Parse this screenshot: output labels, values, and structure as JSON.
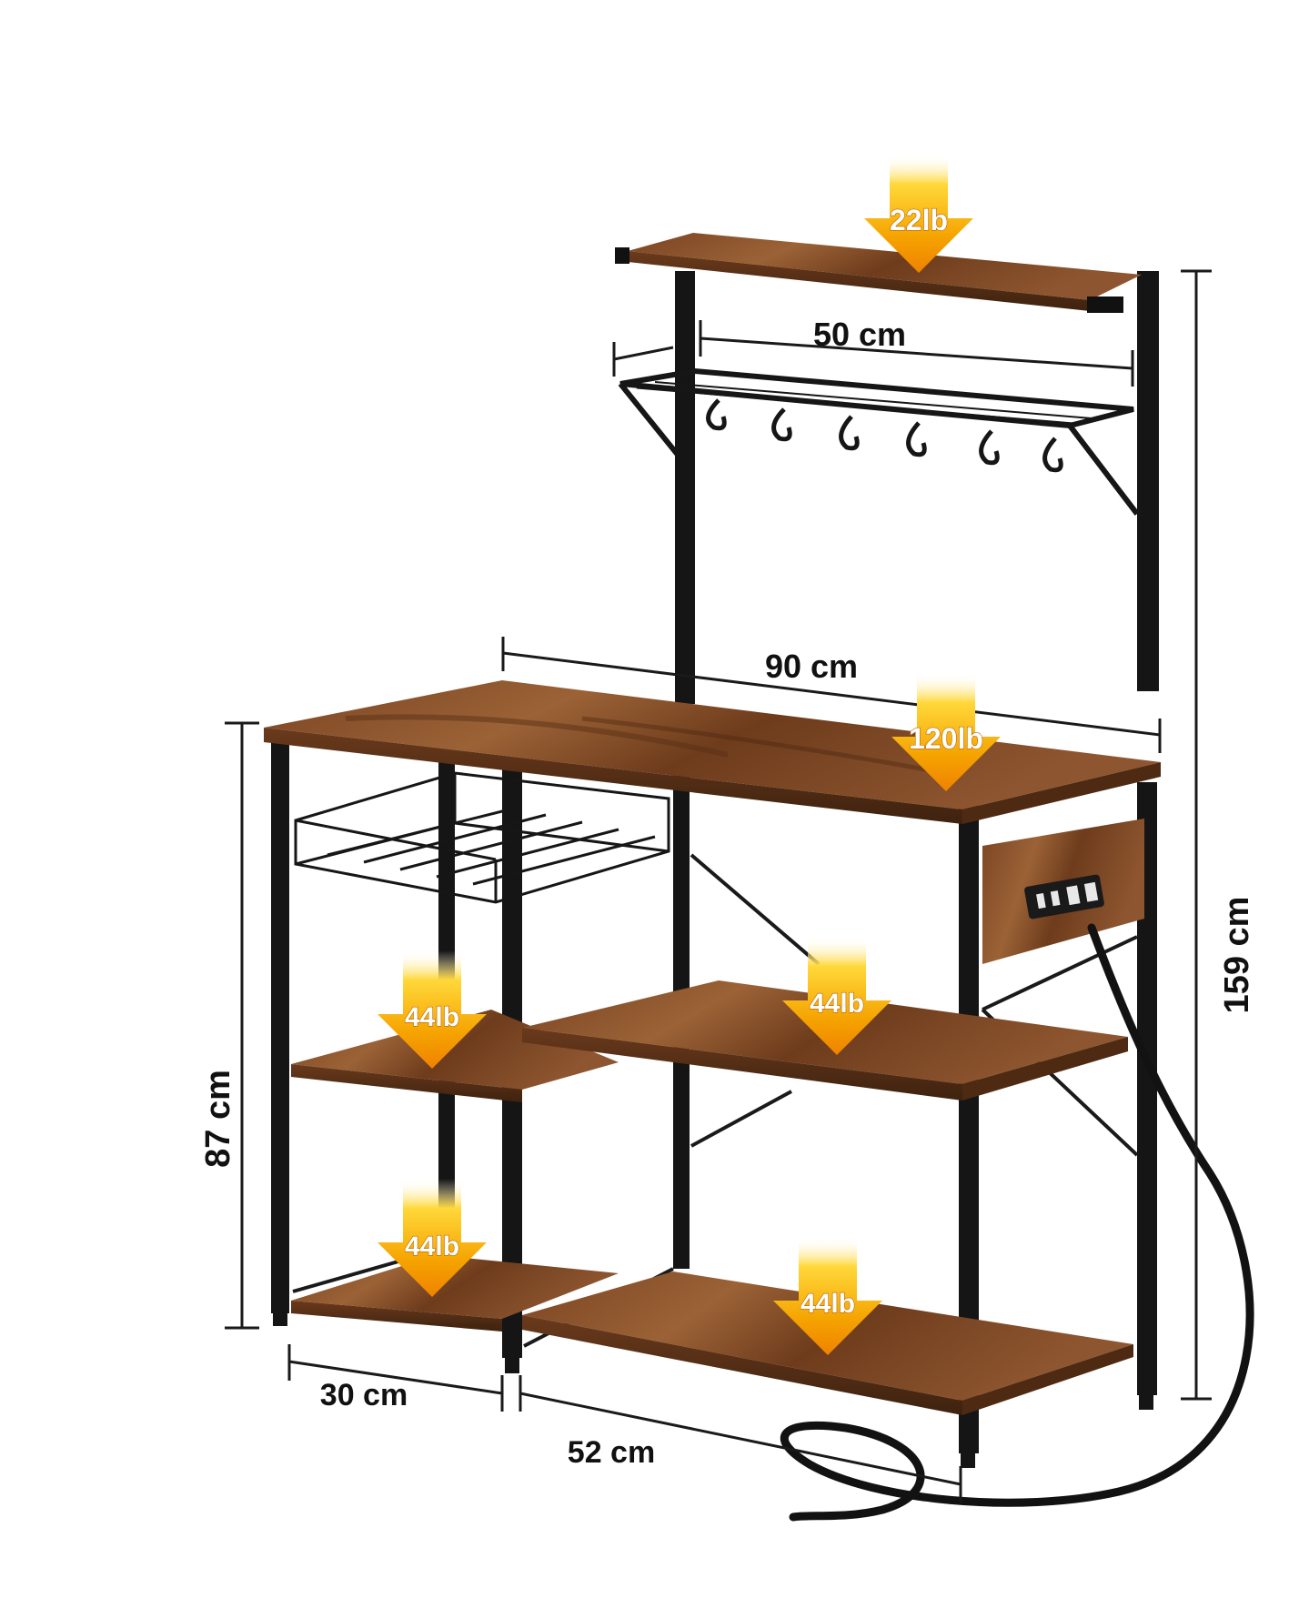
{
  "product": "bakers-rack-with-power-outlet",
  "colors": {
    "wood": "#8a5530",
    "wood_dark": "#5e3418",
    "frame": "#161616",
    "arrow_top": "#ffe24a",
    "arrow_bottom": "#f08a00"
  },
  "dimensions": {
    "top_shelf_width": "50 cm",
    "desk_width": "90 cm",
    "total_height": "159 cm",
    "desk_height": "87 cm",
    "left_depth": "30 cm",
    "right_width": "52 cm"
  },
  "load_ratings": {
    "top_shelf": "22lb",
    "desktop": "120lb",
    "left_middle": "44lb",
    "right_middle": "44lb",
    "left_bottom": "44lb",
    "right_bottom": "44lb"
  }
}
